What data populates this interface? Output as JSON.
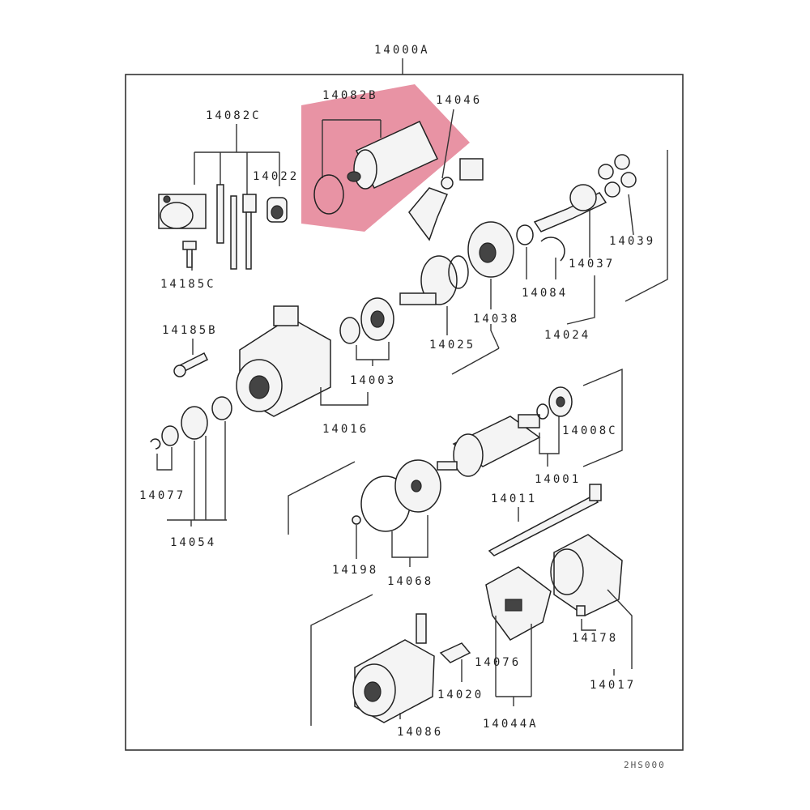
{
  "assembly_code": "14000A",
  "footer_code": "2HS000",
  "highlight_color": "#d63a5a",
  "parts": {
    "p14082B": "14082B",
    "p14046": "14046",
    "p14082C": "14082C",
    "p14022": "14022",
    "p14185C": "14185C",
    "p14039": "14039",
    "p14037": "14037",
    "p14084": "14084",
    "p14038": "14038",
    "p14024": "14024",
    "p14025": "14025",
    "p14185B": "14185B",
    "p14003": "14003",
    "p14016": "14016",
    "p14008C": "14008C",
    "p14001": "14001",
    "p14077": "14077",
    "p14054": "14054",
    "p14011": "14011",
    "p14198": "14198",
    "p14068": "14068",
    "p14178": "14178",
    "p14017": "14017",
    "p14076": "14076",
    "p14020": "14020",
    "p14044A": "14044A",
    "p14086": "14086"
  }
}
